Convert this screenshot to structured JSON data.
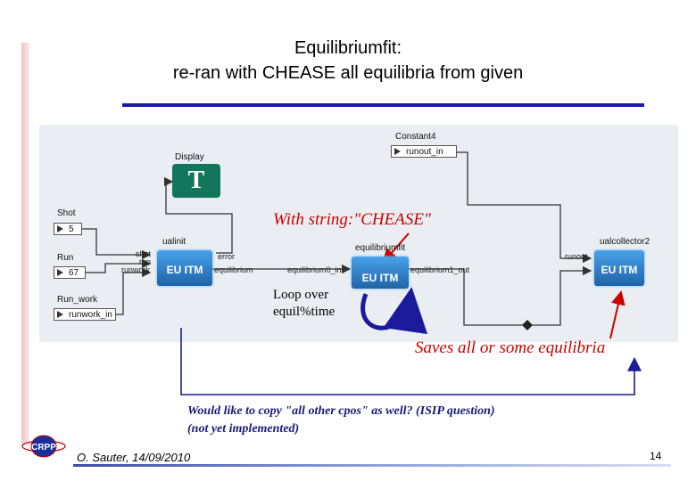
{
  "title": {
    "line1": "Equilibriumfit:",
    "line2": "re-ran with CHEASE all equilibria from given"
  },
  "diagram": {
    "display_label": "Display",
    "display_glyph": "T",
    "shot": {
      "label": "Shot",
      "value": "5"
    },
    "run": {
      "label": "Run",
      "value": "67"
    },
    "run_work": {
      "label": "Run_work",
      "value": "runwork_in"
    },
    "constant4": {
      "label": "Constant4",
      "value": "runout_in"
    },
    "ualinit": {
      "name": "ualinit",
      "box_text": "EU ITM",
      "ports_in": [
        "shot",
        "run",
        "runwork"
      ],
      "ports_out": [
        "error",
        "equilibrium"
      ]
    },
    "equilibriumfit": {
      "name": "equilibriumfit",
      "box_text": "EU ITM",
      "port_in": "equilibrium0_in",
      "port_out": "equilibrium1_out"
    },
    "ualcollector2": {
      "name": "ualcollector2",
      "box_text": "EU ITM",
      "port_in": "runout"
    }
  },
  "annotations": {
    "with_string": "With string:\"CHEASE\"",
    "loop_line1": "Loop over",
    "loop_line2": "equil%time",
    "saves": "Saves all or some equilibria",
    "would_like_line1": "Would like to copy \"all other cpos\" as well? (ISIP question)",
    "would_like_line2": "(not yet implemented)"
  },
  "footer": {
    "logo_text": "CRPP",
    "author": "O. Sauter, 14/09/2010",
    "page_number": "14"
  },
  "colors": {
    "accent_blue": "#1a1aa8",
    "annotation_red": "#cc0000",
    "box_blue": "#2e7dc6",
    "display_green": "#12765a"
  }
}
